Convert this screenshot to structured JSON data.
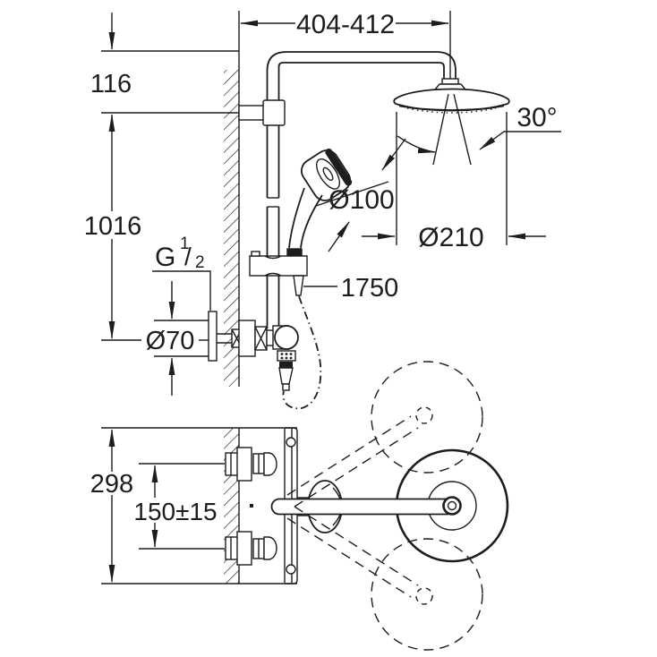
{
  "drawing": {
    "title": "shower-system-installation-drawing",
    "colors": {
      "line": "#1d1d1d",
      "background": "#ffffff"
    },
    "front_view": {
      "top_offset_width": "404-412",
      "bracket_height": "116",
      "rail_height": "1016",
      "spray_angle": "30°",
      "hand_shower_diameter": "Ø100",
      "head_shower_diameter": "Ø210",
      "hose_length": "1750",
      "escutcheon_diameter": "Ø70",
      "supply_thread": {
        "base": "G",
        "numerator": "1",
        "slash": "/",
        "denominator": "2"
      }
    },
    "plan_view": {
      "overall_depth": "298",
      "supply_spacing": "150±15"
    }
  }
}
